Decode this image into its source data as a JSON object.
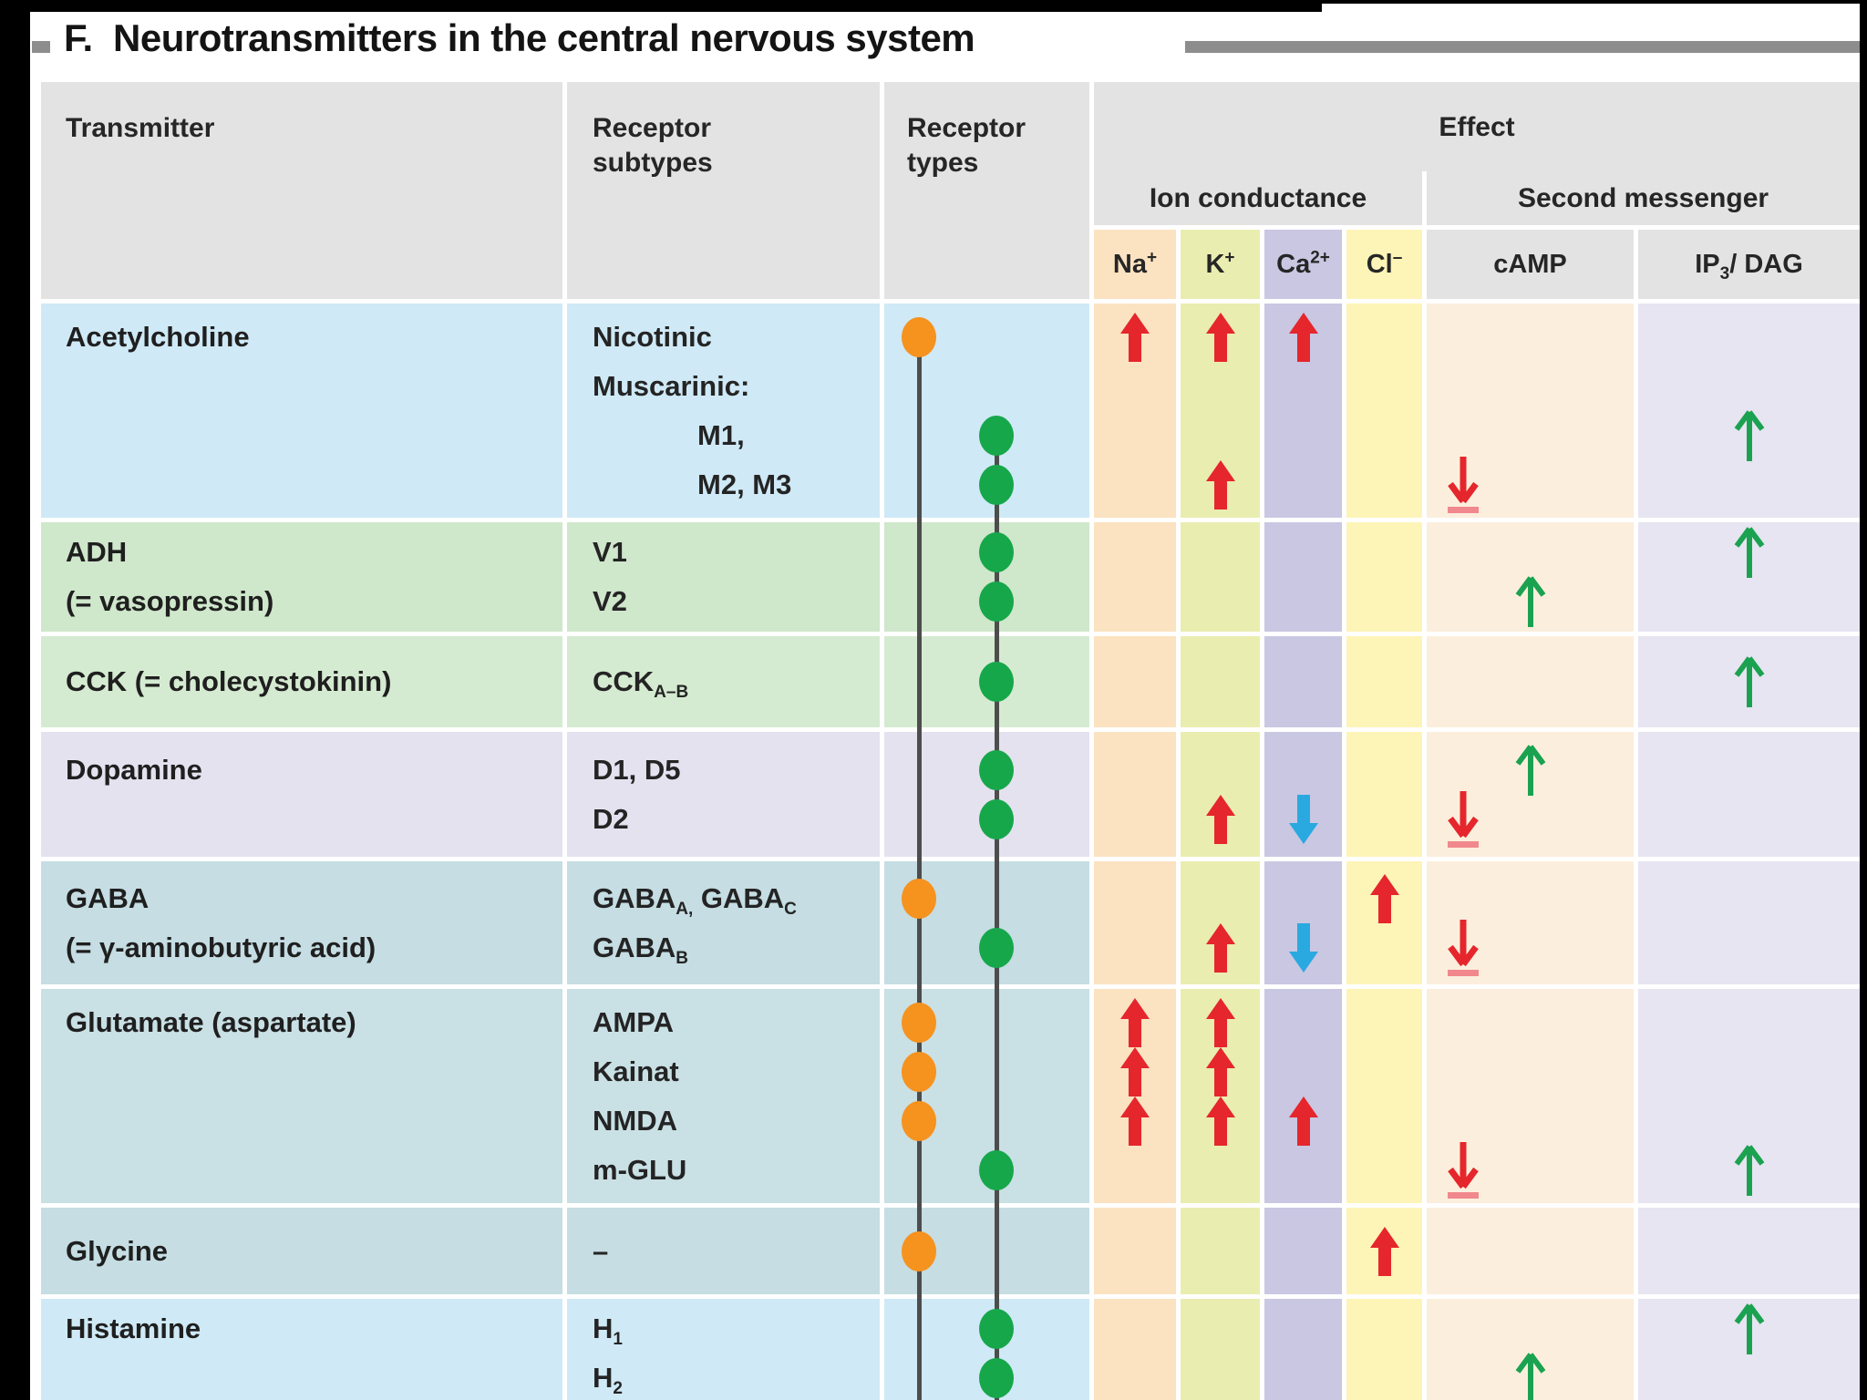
{
  "title": "F.  Neurotransmitters in the central nervous system",
  "header": {
    "transmitter": "Transmitter",
    "receptor_subtypes": "Receptor subtypes",
    "receptor_types": "Receptor types",
    "effect": "Effect",
    "ion_conductance": "Ion conductance",
    "second_messenger": "Second messenger",
    "ions": [
      {
        "label": "Na",
        "sup": "+"
      },
      {
        "label": "K",
        "sup": "+"
      },
      {
        "label": "Ca",
        "sup": "2+"
      },
      {
        "label": "Cl",
        "sup": "–"
      }
    ],
    "camp": "cAMP",
    "ip3dag": {
      "pre": "IP",
      "sub": "3",
      "post": "/ DAG"
    }
  },
  "colors": {
    "header_bg": "#e3e3e3",
    "rule_gray": "#8d8d8d",
    "receptor_line": "#4d4d4d",
    "orange_dot": "#f6921e",
    "green_dot": "#17a74b",
    "red_arrow": "#e5262c",
    "red_arrow_light": "#f0888d",
    "blue_arrow": "#2aa9e0",
    "green_arrow": "#1ba251",
    "row_blue": "#cfe9f6",
    "row_green": "#cfe7cb",
    "row_green_light": "#d5ebd1",
    "row_lavender": "#e4e2ef",
    "row_teal": "#c5dde3",
    "row_teal_light": "#c9e0e5",
    "col_na": "#fbe3c1",
    "col_k": "#e9edb0",
    "col_ca": "#c9c7e2",
    "col_cl": "#fdf4b7",
    "col_camp": "#fceedd",
    "col_ip3": "#e6e5f1"
  },
  "rows": [
    {
      "band": "row_blue",
      "transmitter": [
        "Acetylcholine"
      ],
      "subtypes": [
        {
          "segments": [
            {
              "t": "Nicotinic"
            }
          ],
          "dot": "orange",
          "effects": {
            "na": "red-up",
            "k": "red-up",
            "ca": "red-up"
          }
        },
        {
          "segments": [
            {
              "t": "Muscarinic:"
            }
          ]
        },
        {
          "segments": [
            {
              "t": "M1,"
            }
          ],
          "indent": true,
          "dot": "green",
          "effects": {
            "ip3": "green-up"
          }
        },
        {
          "segments": [
            {
              "t": "M2, M3"
            }
          ],
          "indent": true,
          "dot": "green",
          "effects": {
            "k": "red-up",
            "camp": "red-down-bar"
          }
        }
      ]
    },
    {
      "band": "row_green",
      "transmitter": [
        "ADH",
        "(= vasopressin)"
      ],
      "subtypes": [
        {
          "segments": [
            {
              "t": "V1"
            }
          ],
          "dot": "green",
          "effects": {
            "ip3": "green-up"
          }
        },
        {
          "segments": [
            {
              "t": "V2"
            }
          ],
          "dot": "green",
          "effects": {
            "camp": "green-up"
          }
        }
      ]
    },
    {
      "band": "row_green_light",
      "transmitter": [
        "CCK (= cholecystokinin)"
      ],
      "subtypes": [
        {
          "segments": [
            {
              "t": "CCK"
            },
            {
              "s": "A–B"
            }
          ],
          "dot": "green",
          "effects": {
            "ip3": "green-up"
          }
        }
      ]
    },
    {
      "band": "row_lavender",
      "transmitter": [
        "Dopamine"
      ],
      "subtypes": [
        {
          "segments": [
            {
              "t": "D1, D5"
            }
          ],
          "dot": "green",
          "effects": {
            "camp": "green-up"
          }
        },
        {
          "segments": [
            {
              "t": "D2"
            }
          ],
          "dot": "green",
          "effects": {
            "k": "red-up",
            "ca": "blue-down",
            "camp": "red-down-bar"
          }
        }
      ]
    },
    {
      "band": "row_teal",
      "transmitter": [
        "GABA",
        "(= γ-aminobutyric acid)"
      ],
      "subtypes": [
        {
          "segments": [
            {
              "t": "GABA"
            },
            {
              "s": "A,"
            },
            {
              "t": " GABA"
            },
            {
              "s": "C"
            }
          ],
          "dot": "orange",
          "effects": {
            "cl": "red-up"
          }
        },
        {
          "segments": [
            {
              "t": "GABA"
            },
            {
              "s": "B"
            }
          ],
          "dot": "green",
          "effects": {
            "k": "red-up",
            "ca": "blue-down",
            "camp": "red-down-bar"
          }
        }
      ]
    },
    {
      "band": "row_teal_light",
      "transmitter": [
        "Glutamate (aspartate)"
      ],
      "subtypes": [
        {
          "segments": [
            {
              "t": "AMPA"
            }
          ],
          "dot": "orange",
          "effects": {
            "na": "red-up",
            "k": "red-up"
          }
        },
        {
          "segments": [
            {
              "t": "Kainat"
            }
          ],
          "dot": "orange",
          "effects": {
            "na": "red-up",
            "k": "red-up"
          }
        },
        {
          "segments": [
            {
              "t": "NMDA"
            }
          ],
          "dot": "orange",
          "effects": {
            "na": "red-up",
            "k": "red-up",
            "ca": "red-up"
          }
        },
        {
          "segments": [
            {
              "t": "m-GLU"
            }
          ],
          "dot": "green",
          "effects": {
            "camp": "red-down-bar",
            "ip3": "green-up"
          }
        }
      ]
    },
    {
      "band": "row_teal",
      "transmitter": [
        "Glycine"
      ],
      "subtypes": [
        {
          "segments": [
            {
              "t": "–"
            }
          ],
          "dot": "orange",
          "effects": {
            "cl": "red-up"
          }
        }
      ]
    },
    {
      "band": "row_blue",
      "transmitter": [
        "Histamine"
      ],
      "subtypes": [
        {
          "segments": [
            {
              "t": "H"
            },
            {
              "s": "1"
            }
          ],
          "dot": "green",
          "effects": {
            "ip3": "green-up"
          }
        },
        {
          "segments": [
            {
              "t": "H"
            },
            {
              "s": "2"
            }
          ],
          "dot": "green",
          "effects": {
            "camp": "green-up"
          }
        }
      ]
    }
  ]
}
